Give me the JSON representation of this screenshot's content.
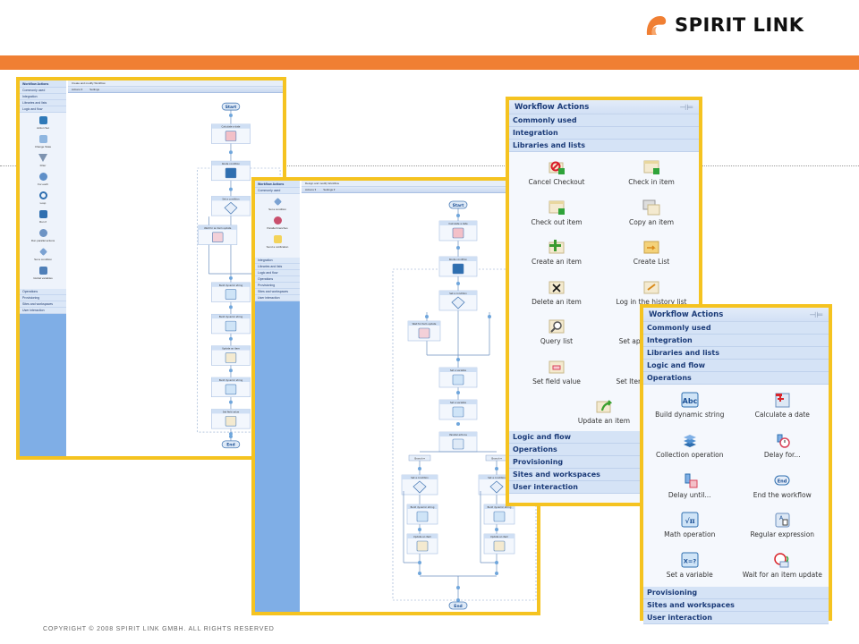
{
  "header": {
    "brand": "SPIRIT LINK",
    "brand_color": "#f07f33"
  },
  "footer": {
    "copyright": "COPYRIGHT © 2008 SPIRIT LINK GMBH. ALL RIGHTS RESERVED"
  },
  "screenshot_left": {
    "panel_title": "Workflow Actions",
    "tab_title": "Create and modify Workflow",
    "toolbar": [
      "Actions ▾",
      "Settings"
    ],
    "categories_top": [
      "Commonly used",
      "Integration",
      "Libraries and lists",
      "Logic and flow"
    ],
    "tools": [
      "Action Set",
      "Change State",
      "Filter",
      "For each",
      "Loop",
      "Run if",
      "Run parallel actions",
      "Set a condition",
      "Global variables"
    ],
    "categories_bottom": [
      "Operations",
      "Provisioning",
      "Sites and workspaces",
      "User interaction"
    ],
    "flow_steps": [
      "Start",
      "Calculate a date",
      "Route condition",
      "Set a condition",
      "Wait for an item update",
      "Build dynamic string",
      "Build dynamic string",
      "Update an item",
      "Build dynamic string",
      "Set field value",
      "End"
    ]
  },
  "screenshot_middle": {
    "panel_title": "Workflow Actions",
    "tab_title": "Design and modify Workflow",
    "toolbar": [
      "Actions ▾",
      "Settings ▾"
    ],
    "categories_top": [
      "Commonly used"
    ],
    "tools": [
      "Set a condition",
      "Parallel branches",
      "Send a notification"
    ],
    "categories_bottom": [
      "Integration",
      "Libraries and lists",
      "Logic and flow",
      "Operations",
      "Provisioning",
      "Sites and workspaces",
      "User interaction"
    ],
    "flow_steps": [
      "Start",
      "Calculate a date",
      "Route condition",
      "Set a condition",
      "Wait for item update",
      "Set a variable",
      "Set a variable",
      "Parallel actions",
      "Branch",
      "Branch",
      "Set a condition",
      "Set a condition",
      "Build dynamic string",
      "Build dynamic string",
      "Update an item",
      "Update an item",
      "End"
    ]
  },
  "panel_libraries": {
    "title": "Workflow Actions",
    "categories_top": [
      "Commonly used",
      "Integration",
      "Libraries and lists"
    ],
    "items": [
      {
        "label": "Cancel Checkout",
        "icon": "cancel-checkout-icon"
      },
      {
        "label": "Check in item",
        "icon": "check-in-icon"
      },
      {
        "label": "Check out item",
        "icon": "check-out-icon"
      },
      {
        "label": "Copy an item",
        "icon": "copy-item-icon"
      },
      {
        "label": "Create an item",
        "icon": "create-item-icon"
      },
      {
        "label": "Create List",
        "icon": "create-list-icon"
      },
      {
        "label": "Delete an item",
        "icon": "delete-item-icon"
      },
      {
        "label": "Log in the history list",
        "icon": "log-history-icon"
      },
      {
        "label": "Query list",
        "icon": "query-list-icon"
      },
      {
        "label": "Set approval status",
        "icon": "set-approval-icon"
      },
      {
        "label": "Set field value",
        "icon": "set-field-icon"
      },
      {
        "label": "Set Item permissions",
        "icon": "set-permissions-icon"
      },
      {
        "label": "Update an item",
        "icon": "update-item-icon"
      }
    ],
    "categories_bottom": [
      "Logic and flow",
      "Operations",
      "Provisioning",
      "Sites and workspaces",
      "User interaction"
    ]
  },
  "panel_operations": {
    "title": "Workflow Actions",
    "categories_top": [
      "Commonly used",
      "Integration",
      "Libraries and lists",
      "Logic and flow",
      "Operations"
    ],
    "items": [
      {
        "label": "Build dynamic string",
        "icon": "abc-icon"
      },
      {
        "label": "Calculate a date",
        "icon": "calculate-date-icon"
      },
      {
        "label": "Collection operation",
        "icon": "collection-icon"
      },
      {
        "label": "Delay for...",
        "icon": "delay-for-icon"
      },
      {
        "label": "Delay until...",
        "icon": "delay-until-icon"
      },
      {
        "label": "End the workflow",
        "icon": "end-icon"
      },
      {
        "label": "Math operation",
        "icon": "math-icon"
      },
      {
        "label": "Regular expression",
        "icon": "regex-icon"
      },
      {
        "label": "Set a variable",
        "icon": "set-variable-icon"
      },
      {
        "label": "Wait for an item update",
        "icon": "wait-update-icon"
      }
    ],
    "categories_bottom": [
      "Provisioning",
      "Sites and workspaces",
      "User interaction"
    ]
  }
}
